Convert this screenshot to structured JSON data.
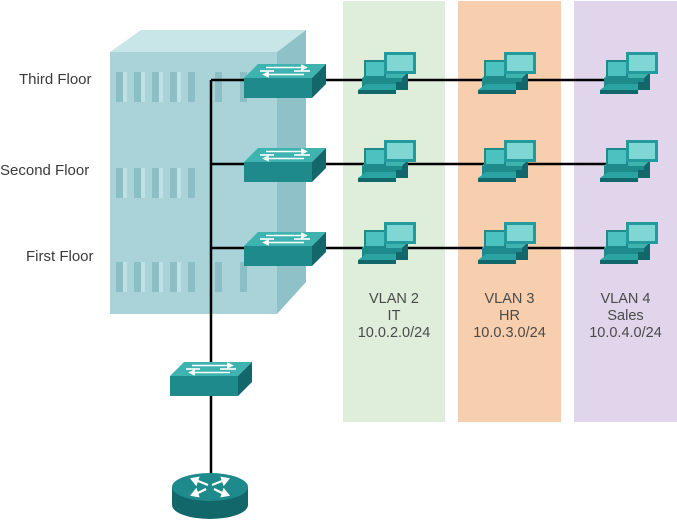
{
  "floors": [
    {
      "label": "Third Floor"
    },
    {
      "label": "Second Floor"
    },
    {
      "label": "First Floor"
    }
  ],
  "vlans": [
    {
      "id_label": "VLAN 2",
      "name": "IT",
      "subnet": "10.0.2.0/24",
      "color": "#dfeedb"
    },
    {
      "id_label": "VLAN 3",
      "name": "HR",
      "subnet": "10.0.3.0/24",
      "color": "#f8cfae"
    },
    {
      "id_label": "VLAN 4",
      "name": "Sales",
      "subnet": "10.0.4.0/24",
      "color": "#e0d5ea"
    }
  ],
  "colors": {
    "building_front": "#a9d3d8",
    "building_top": "#c8e5e8",
    "building_side": "#8fc2c8",
    "device_teal": "#1e8a8c",
    "device_dark": "#11676a",
    "pc_teal": "#239a9c",
    "link": "#000000"
  },
  "icons": [
    "building-icon",
    "access-switch-icon",
    "distribution-switch-icon",
    "router-icon",
    "pc-icon"
  ]
}
